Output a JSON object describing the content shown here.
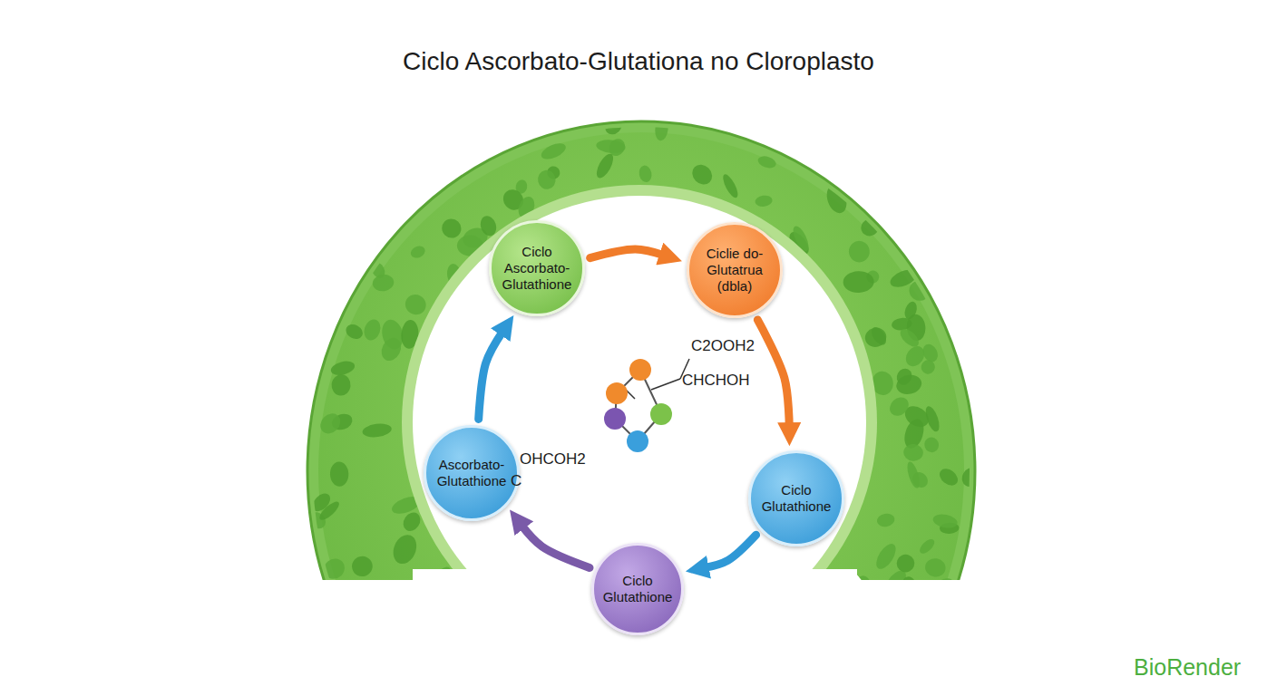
{
  "diagram": {
    "title": "Ciclo Ascorbato-Glutationa no Cloroplasto",
    "nodes": [
      {
        "text": [
          "Ciclo Ascorbato-Glutathione"
        ]
      },
      {
        "text": [
          "Ciclie do-Glutatrua (dbla)"
        ]
      },
      {
        "text": [
          "Ciclo Glutathione"
        ]
      },
      {
        "text": [
          "Ciclo Glutathione"
        ]
      },
      {
        "text": [
          "Ascorbato-Glutathione"
        ]
      }
    ],
    "edges": [
      {
        "from": 0,
        "to": 1,
        "arrow": "to"
      },
      {
        "from": 1,
        "to": 2,
        "arrow": "to"
      },
      {
        "from": 2,
        "to": 3,
        "arrow": "to"
      },
      {
        "from": 3,
        "to": 4,
        "arrow": "to"
      },
      {
        "from": 4,
        "to": 0,
        "arrow": "to"
      }
    ],
    "labels": [
      "C2OOH2",
      "CHCHOH",
      "OHCOH2",
      "C",
      "BioRender"
    ]
  }
}
